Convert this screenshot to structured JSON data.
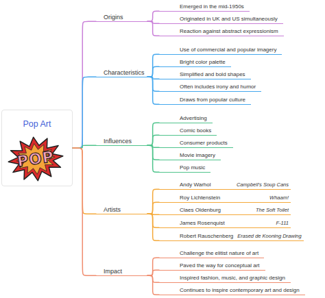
{
  "diagram": {
    "nodes": [
      {
        "text": [
          "Pop Art"
        ]
      },
      {
        "text": [
          "Origins"
        ]
      },
      {
        "text": [
          "Emerged in the mid-1950s"
        ]
      },
      {
        "text": [
          "Originated in UK and US simultaneously"
        ]
      },
      {
        "text": [
          "Reaction against abstract expressionism"
        ]
      },
      {
        "text": [
          "Characteristics"
        ]
      },
      {
        "text": [
          "Use of commercial and popular imagery"
        ]
      },
      {
        "text": [
          "Bright color palette"
        ]
      },
      {
        "text": [
          "Simplified and bold shapes"
        ]
      },
      {
        "text": [
          "Often includes irony and humor"
        ]
      },
      {
        "text": [
          "Draws from popular culture"
        ]
      },
      {
        "text": [
          "Influences"
        ]
      },
      {
        "text": [
          "Advertising"
        ]
      },
      {
        "text": [
          "Comic books"
        ]
      },
      {
        "text": [
          "Consumer products"
        ]
      },
      {
        "text": [
          "Movie imagery"
        ]
      },
      {
        "text": [
          "Pop music"
        ]
      },
      {
        "text": [
          "Artists"
        ]
      },
      {
        "text": [
          "Andy Warhol",
          "Campbell's Soup Cans"
        ]
      },
      {
        "text": [
          "Roy Lichtenstein",
          "Whaam!"
        ]
      },
      {
        "text": [
          "Claes Oldenburg",
          "The Soft Toilet"
        ]
      },
      {
        "text": [
          "James Rosenquist",
          "F-111"
        ]
      },
      {
        "text": [
          "Robert Rauschenberg",
          "Erased de Kooning Drawing"
        ]
      },
      {
        "text": [
          "Impact"
        ]
      },
      {
        "text": [
          "Challenge the elitist nature of art"
        ]
      },
      {
        "text": [
          "Paved the way for conceptual art"
        ]
      },
      {
        "text": [
          "Inspired fashion, music, and graphic design"
        ]
      },
      {
        "text": [
          "Continues to inspire contemporary art and design"
        ]
      }
    ],
    "edges": [
      {
        "from": 0,
        "to": 1,
        "arrow": "none"
      },
      {
        "from": 0,
        "to": 5,
        "arrow": "none"
      },
      {
        "from": 0,
        "to": 11,
        "arrow": "none"
      },
      {
        "from": 0,
        "to": 17,
        "arrow": "none"
      },
      {
        "from": 0,
        "to": 23,
        "arrow": "none"
      },
      {
        "from": 1,
        "to": 2,
        "arrow": "none"
      },
      {
        "from": 1,
        "to": 3,
        "arrow": "none"
      },
      {
        "from": 1,
        "to": 4,
        "arrow": "none"
      },
      {
        "from": 5,
        "to": 6,
        "arrow": "none"
      },
      {
        "from": 5,
        "to": 7,
        "arrow": "none"
      },
      {
        "from": 5,
        "to": 8,
        "arrow": "none"
      },
      {
        "from": 5,
        "to": 9,
        "arrow": "none"
      },
      {
        "from": 5,
        "to": 10,
        "arrow": "none"
      },
      {
        "from": 11,
        "to": 12,
        "arrow": "none"
      },
      {
        "from": 11,
        "to": 13,
        "arrow": "none"
      },
      {
        "from": 11,
        "to": 14,
        "arrow": "none"
      },
      {
        "from": 11,
        "to": 15,
        "arrow": "none"
      },
      {
        "from": 11,
        "to": 16,
        "arrow": "none"
      },
      {
        "from": 17,
        "to": 18,
        "arrow": "none"
      },
      {
        "from": 17,
        "to": 19,
        "arrow": "none"
      },
      {
        "from": 17,
        "to": 20,
        "arrow": "none"
      },
      {
        "from": 17,
        "to": 21,
        "arrow": "none"
      },
      {
        "from": 17,
        "to": 22,
        "arrow": "none"
      },
      {
        "from": 23,
        "to": 24,
        "arrow": "none"
      },
      {
        "from": 23,
        "to": 25,
        "arrow": "none"
      },
      {
        "from": 23,
        "to": 26,
        "arrow": "none"
      },
      {
        "from": 23,
        "to": 27,
        "arrow": "none"
      }
    ],
    "labels": [
      "POP"
    ]
  }
}
